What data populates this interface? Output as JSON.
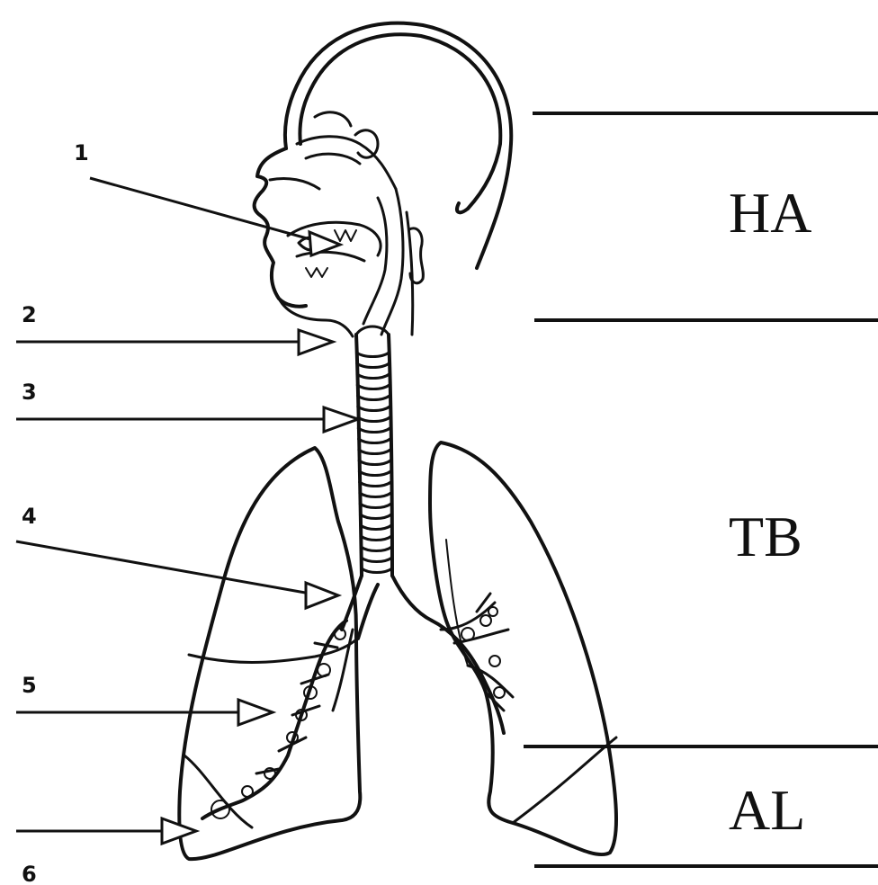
{
  "labels": {
    "n1": "1",
    "n2": "2",
    "n3": "3",
    "n4": "4",
    "n5": "5",
    "n6": "6"
  },
  "regions": {
    "upper": "HA",
    "middle": "TB",
    "lower": "AL"
  },
  "colors": {
    "ink": "#111111",
    "background": "#ffffff"
  }
}
